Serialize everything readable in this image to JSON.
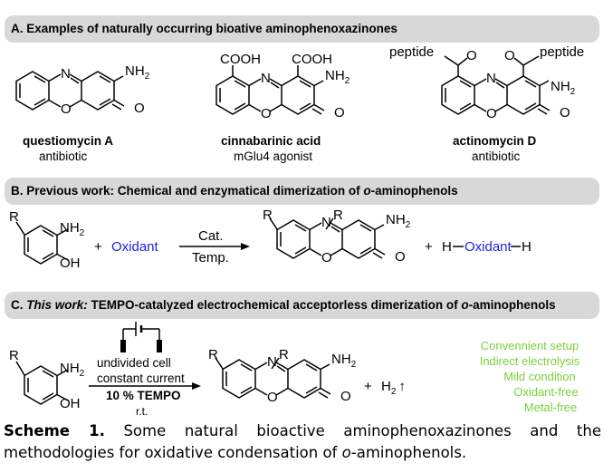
{
  "headers": {
    "a": "A. Examples of naturally occurring bioative aminophenoxazinones",
    "b_pre": "B. Previous work: Chemical and enzymatical dimerization of ",
    "b_italic": "o",
    "b_post": "-aminophenols",
    "c_label": "C. ",
    "c_italic": "This work:",
    "c_mid": " TEMPO-catalyzed electrochemical acceptorless dimerization of ",
    "c_italic2": "o",
    "c_post": "-aminophenols"
  },
  "compounds": [
    {
      "name": "questiomycin A",
      "role": "antibiotic"
    },
    {
      "name": "cinnabarinic acid",
      "role": "mGlu4 agonist"
    },
    {
      "name": "actinomycin D",
      "role": "antibiotic"
    }
  ],
  "atoms": {
    "N": "N",
    "O": "O",
    "NH2": "NH",
    "sub2": "2",
    "OH": "OH",
    "R": "R",
    "COOH": "COOH",
    "peptide": "peptide"
  },
  "reaction_b": {
    "plus": "+",
    "oxidant": "Oxidant",
    "cond_top": "Cat.",
    "cond_bottom": "Temp.",
    "byproduct_h1": "H",
    "byproduct_oxidant": "Oxidant",
    "byproduct_h2": "H"
  },
  "reaction_c": {
    "cond1": "undivided cell",
    "cond2": "constant current",
    "cond3": "10 % TEMPO",
    "cond4": "r.t.",
    "plus": "+",
    "h2": "H",
    "h2_sub": "2",
    "arrow_up": "↑",
    "features": [
      "Convennient setup",
      "Indirect electrolysis",
      "Mild condition",
      "Oxidant-free",
      "Metal-free"
    ]
  },
  "caption": {
    "bold": "Scheme 1.",
    "pre": " Some natural bioactive aminophenoxazinones and the methodologies for oxidative condensation of ",
    "italic": "o",
    "post": "-aminophenols."
  },
  "colors": {
    "oxidant": "#1e1ee6",
    "features": "#7ad03c",
    "header_bg": "#d8d8d8"
  }
}
